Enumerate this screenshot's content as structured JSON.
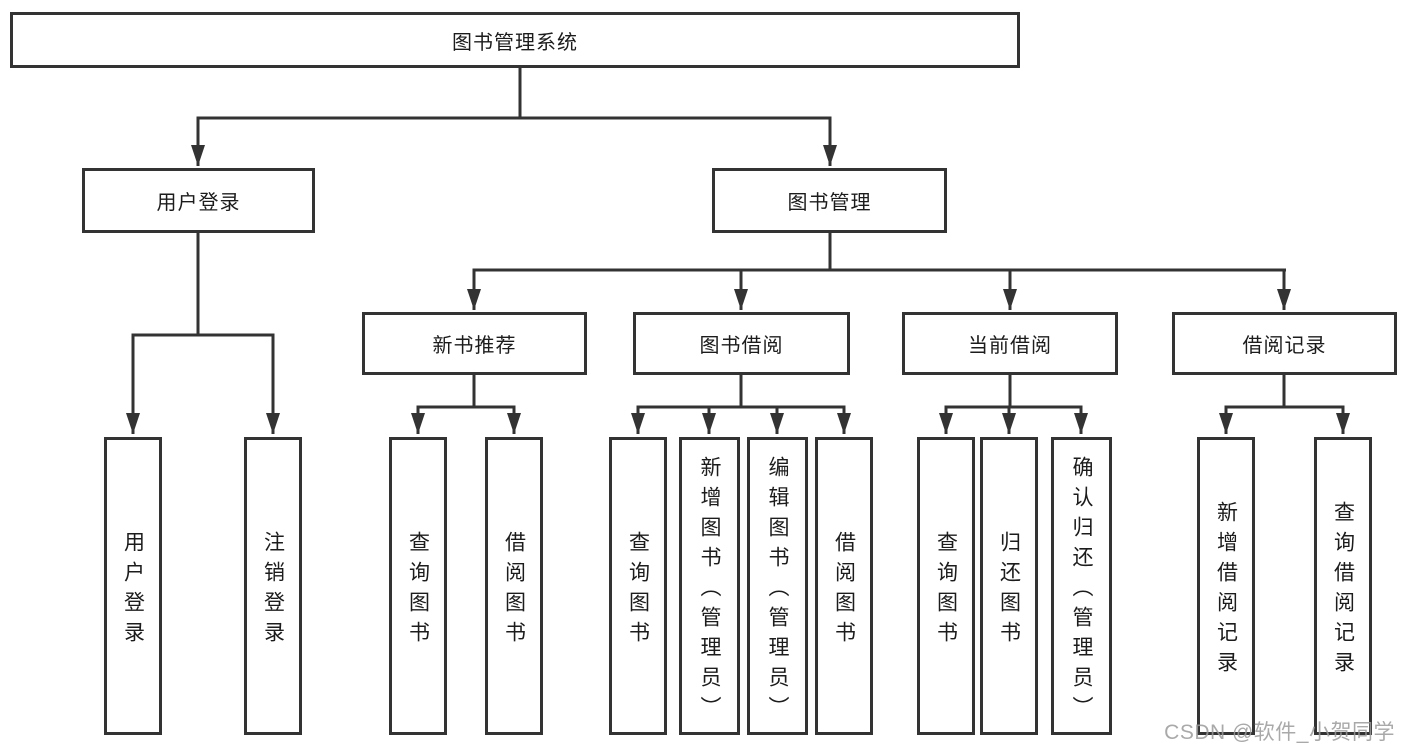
{
  "diagram": {
    "colors": {
      "line": "#333333",
      "box_border": "#333333",
      "box_background": "#ffffff",
      "text": "#1c1c1c",
      "watermark": "#9b9b9b"
    },
    "watermark": {
      "text": "CSDN @软件_小贺同学"
    },
    "tree": {
      "root": {
        "label": "图书管理系统",
        "children": [
          {
            "label": "用户登录",
            "children": [
              {
                "label": "用户登录"
              },
              {
                "label": "注销登录"
              }
            ]
          },
          {
            "label": "图书管理",
            "children": [
              {
                "label": "新书推荐",
                "children": [
                  {
                    "label": "查询图书"
                  },
                  {
                    "label": "借阅图书"
                  }
                ]
              },
              {
                "label": "图书借阅",
                "children": [
                  {
                    "label": "查询图书"
                  },
                  {
                    "label": "新增图书（管理员）"
                  },
                  {
                    "label": "编辑图书（管理员）"
                  },
                  {
                    "label": "借阅图书"
                  }
                ]
              },
              {
                "label": "当前借阅",
                "children": [
                  {
                    "label": "查询图书"
                  },
                  {
                    "label": "归还图书"
                  },
                  {
                    "label": "确认归还（管理员）"
                  }
                ]
              },
              {
                "label": "借阅记录",
                "children": [
                  {
                    "label": "新增借阅记录"
                  },
                  {
                    "label": "查询借阅记录"
                  }
                ]
              }
            ]
          }
        ]
      }
    }
  }
}
